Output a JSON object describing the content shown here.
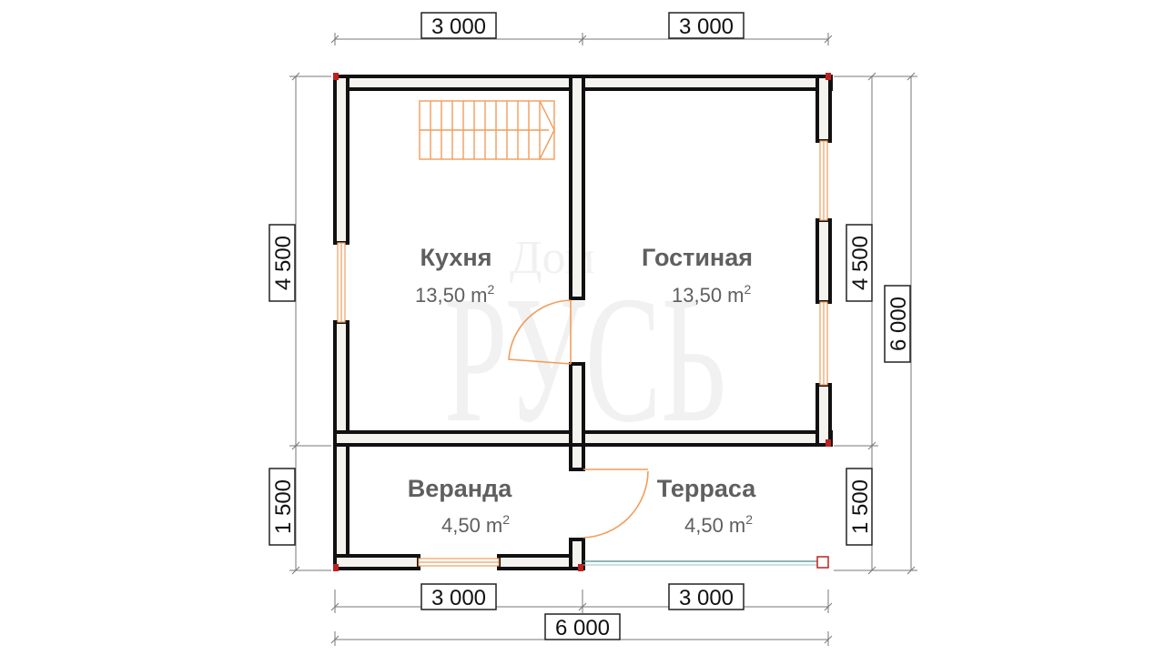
{
  "dimensions": {
    "top_left": "3 000",
    "top_right": "3 000",
    "left_upper": "4 500",
    "left_lower": "1 500",
    "right_upper": "4 500",
    "right_lower": "1 500",
    "right_total": "6 000",
    "bottom_left": "3 000",
    "bottom_right": "3 000",
    "bottom_total": "6 000"
  },
  "rooms": {
    "kitchen": {
      "name": "Кухня",
      "area": "13,50 m",
      "unit_sup": "2"
    },
    "living": {
      "name": "Гостиная",
      "area": "13,50 m",
      "unit_sup": "2"
    },
    "veranda": {
      "name": "Веранда",
      "area": "4,50 m",
      "unit_sup": "2"
    },
    "terrace": {
      "name": "Терраса",
      "area": "4,50 m",
      "unit_sup": "2"
    }
  },
  "watermark": {
    "top": "Дом",
    "main": "РУСЬ"
  },
  "colors": {
    "wall_fill": "#f5f3ee",
    "wall_stroke": "#111111",
    "opening_accent": "#f39c5a",
    "corner_marker": "#c02020",
    "room_text": "#5f5f5f"
  }
}
